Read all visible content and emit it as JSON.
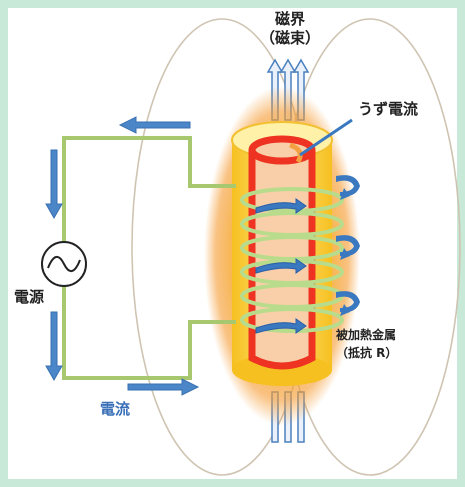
{
  "labels": {
    "magnetic_field_line1": "磁界",
    "magnetic_field_line2": "（磁束）",
    "eddy_current": "うず電流",
    "power_source": "電源",
    "current": "電流",
    "heated_metal_line1": "被加熱金属",
    "heated_metal_line2": "（抵抗 R）"
  },
  "colors": {
    "background": "#ffffff",
    "frame": "#c8e8d8",
    "wire": "#a8c870",
    "coil": "#b8dc8c",
    "arrow_blue": "#3a78c0",
    "cylinder_red": "#ee3322",
    "cylinder_inner": "#f8cfa8",
    "glow_orange": "#f7a030",
    "field_lines": "#c8bca8",
    "current_label": "#3a70b8"
  },
  "icons": {
    "ac_source": "sine-wave-source-icon"
  }
}
